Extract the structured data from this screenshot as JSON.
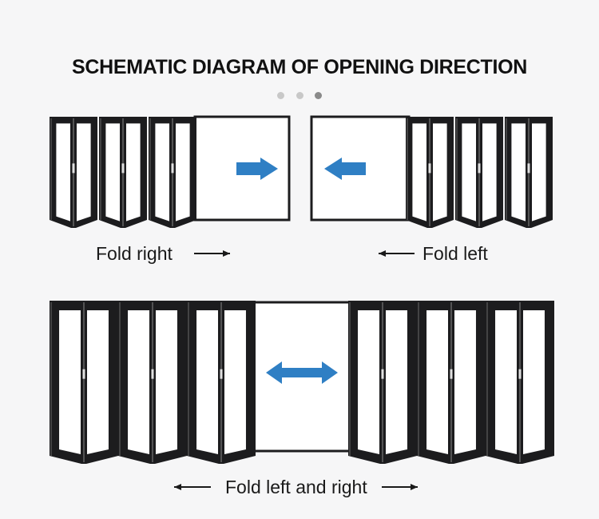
{
  "title": "SCHEMATIC DIAGRAM OF OPENING DIRECTION",
  "pager": {
    "dots": 3,
    "active_index": 2
  },
  "captions": {
    "fold_right": "Fold right",
    "fold_left": "Fold left",
    "fold_both": "Fold left and right"
  },
  "colors": {
    "background": "#f6f6f7",
    "frame": "#1c1c1e",
    "glass": "#ffffff",
    "arrow_blue": "#2f7fc4",
    "arrow_black": "#1a1a1a",
    "dot_inactive": "#c8c8c8",
    "dot_active": "#8a8a8a"
  },
  "icons": [
    "arrow-right-icon",
    "arrow-left-icon",
    "arrow-double-icon"
  ]
}
